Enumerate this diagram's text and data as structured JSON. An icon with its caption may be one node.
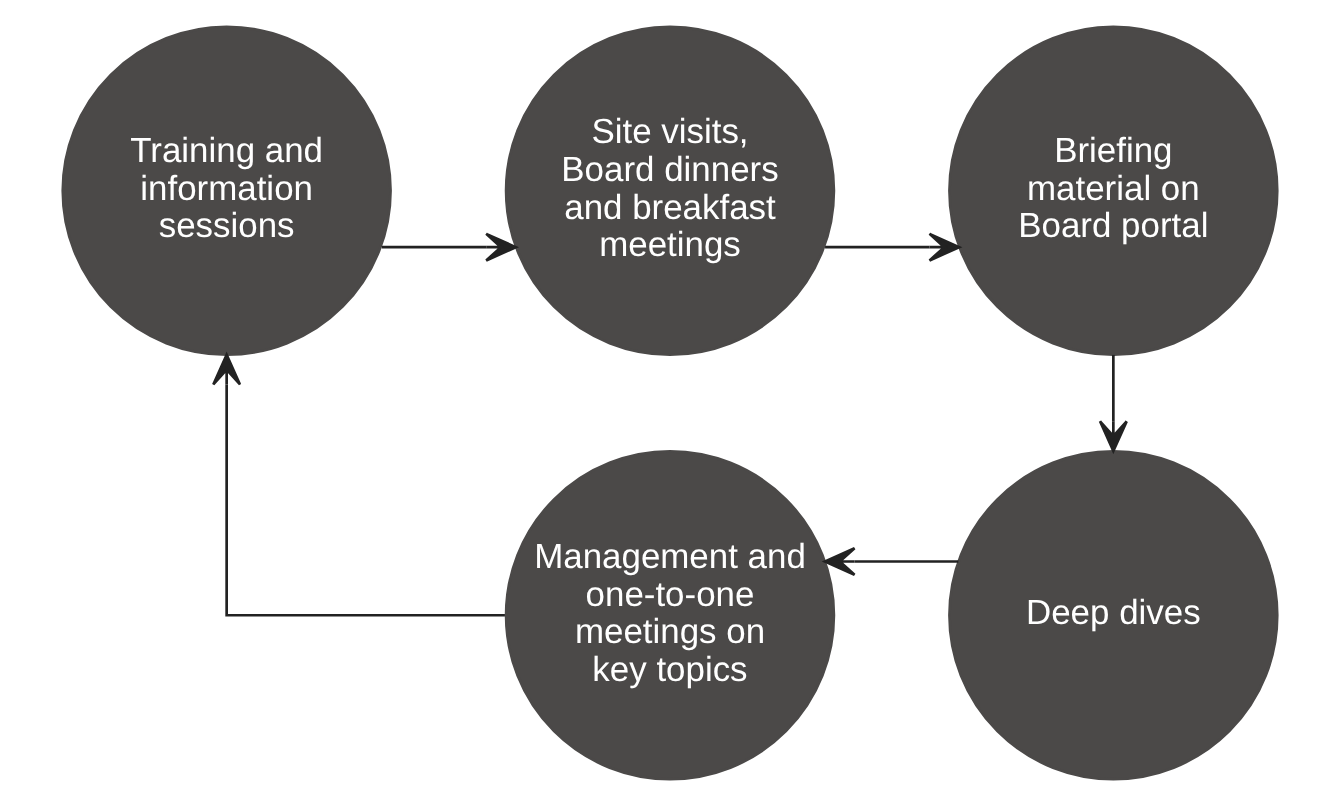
{
  "diagram": {
    "nodes": [
      {
        "text": [
          "Training and information sessions"
        ]
      },
      {
        "text": [
          "Site visits, Board dinners and breakfast meetings"
        ]
      },
      {
        "text": [
          "Briefing material on Board portal"
        ]
      },
      {
        "text": [
          "Deep dives"
        ]
      },
      {
        "text": [
          "Management and one-to-one meetings on key topics"
        ]
      }
    ],
    "edges": [
      {
        "from": 0,
        "to": 1,
        "arrow": "to"
      },
      {
        "from": 1,
        "to": 2,
        "arrow": "to"
      },
      {
        "from": 2,
        "to": 3,
        "arrow": "to"
      },
      {
        "from": 3,
        "to": 4,
        "arrow": "to"
      },
      {
        "from": 4,
        "to": 0,
        "arrow": "to"
      }
    ]
  }
}
